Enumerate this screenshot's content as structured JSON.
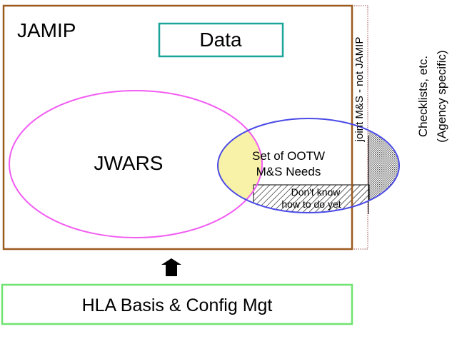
{
  "diagram": {
    "jamip_label": "JAMIP",
    "data_label": "Data",
    "jwars_label": "JWARS",
    "ootw_line1": "Set of OOTW",
    "ootw_line2": "M&S Needs",
    "dont_know_line1": "Don't know",
    "dont_know_line2": "how to do yet",
    "joint_label": "joint M&S - not JAMIP",
    "checklists_line1": "Checklists, etc.",
    "checklists_line2": "(Agency specific)",
    "hla_label": "HLA Basis & Config Mgt",
    "icons": {
      "arrow": "up-arrow-icon"
    },
    "colors": {
      "jamip_border": "#9b5a1e",
      "data_border": "#1aa59a",
      "hla_border": "#6fe36f",
      "jwars_ellipse": "#f25cf2",
      "ootw_ellipse": "#4a4ae6",
      "overlap_fill": "#f7f2a8",
      "stipple": "#bdbdbd",
      "dotted_border": "#a05050"
    }
  }
}
